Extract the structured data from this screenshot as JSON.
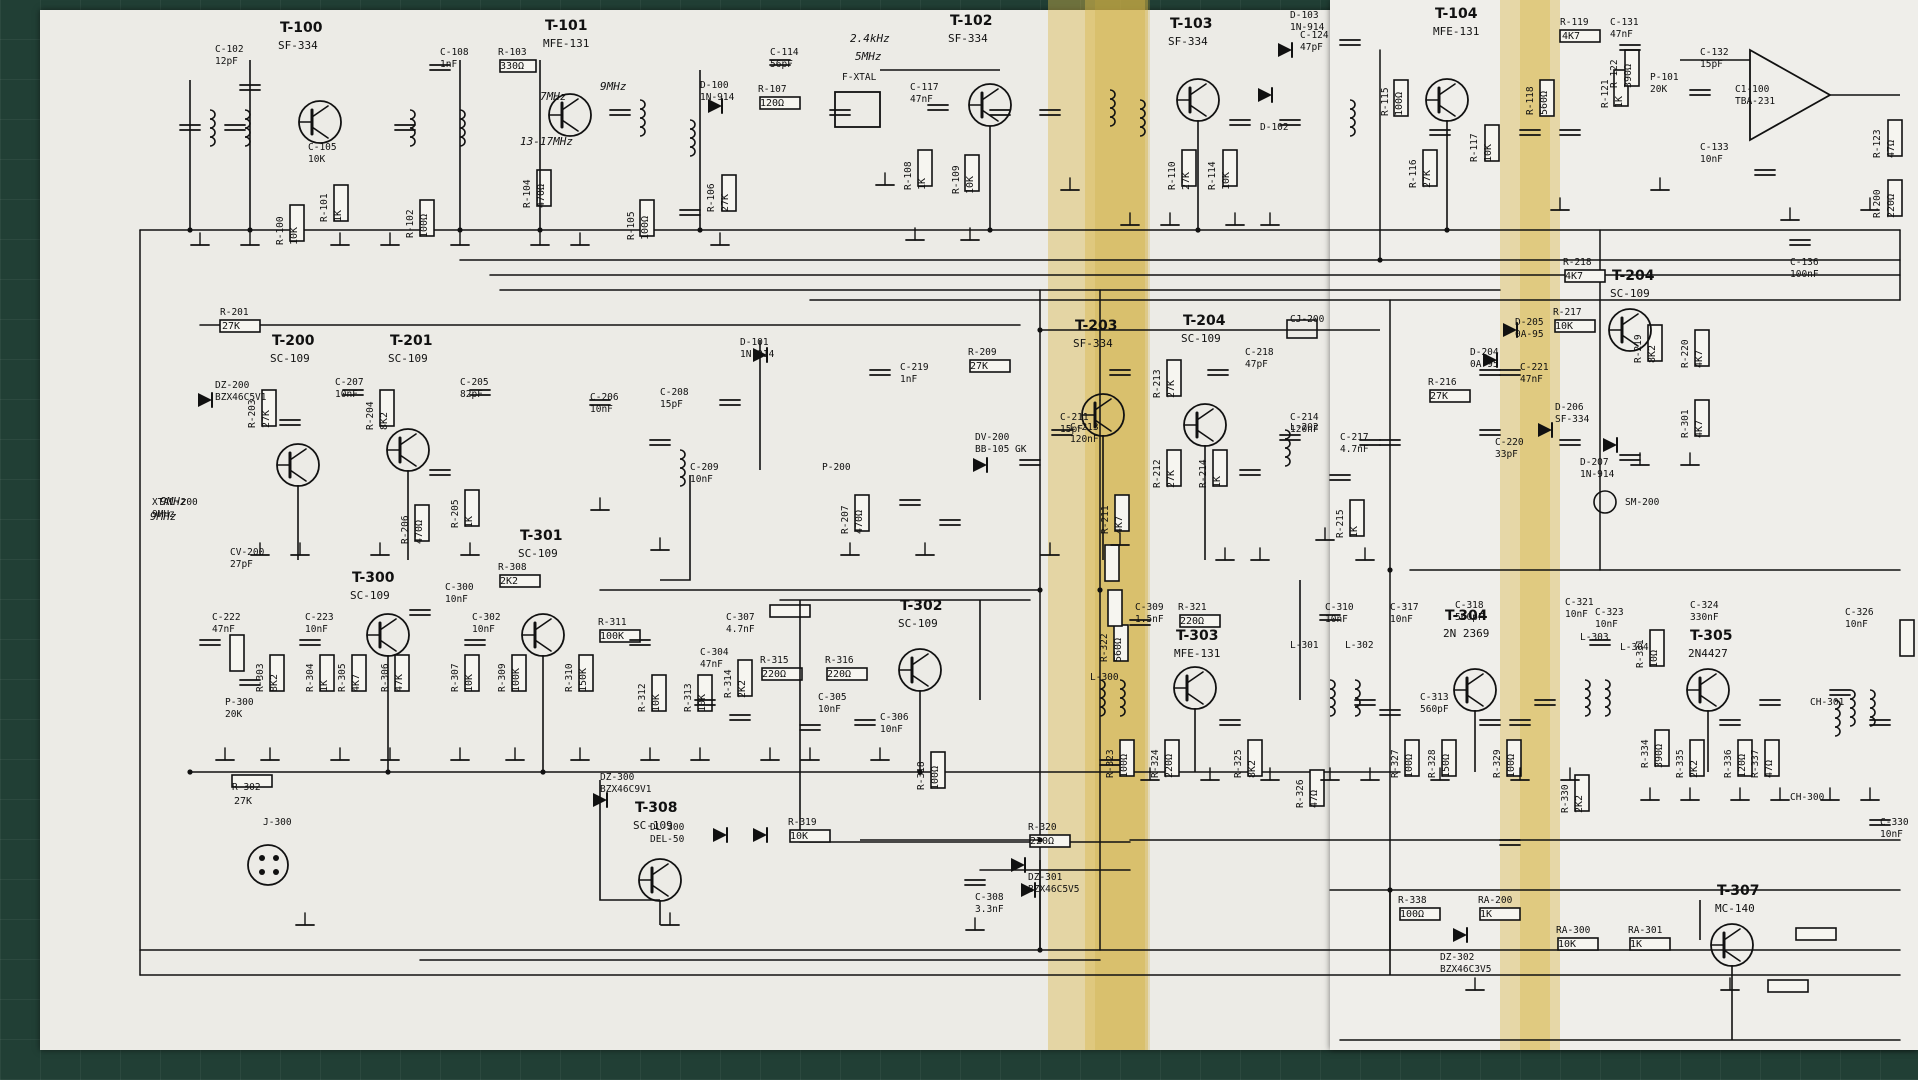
{
  "transistors": [
    {
      "ref": "T-100",
      "type": "SF-334"
    },
    {
      "ref": "T-101",
      "type": "MFE-131"
    },
    {
      "ref": "T-102",
      "type": "SF-334"
    },
    {
      "ref": "T-103",
      "type": "SF-334"
    },
    {
      "ref": "T-104",
      "type": "MFE-131"
    },
    {
      "ref": "T-200",
      "type": "SC-109"
    },
    {
      "ref": "T-201",
      "type": "SC-109"
    },
    {
      "ref": "T-203",
      "type": "SF-334"
    },
    {
      "ref": "T-204",
      "type": "SC-109"
    },
    {
      "ref": "T-204",
      "type": "SC-109"
    },
    {
      "ref": "T-300",
      "type": "SC-109"
    },
    {
      "ref": "T-301",
      "type": "SC-109"
    },
    {
      "ref": "T-302",
      "type": "SC-109"
    },
    {
      "ref": "T-303",
      "type": "MFE-131"
    },
    {
      "ref": "T-304",
      "type": "2N 2369"
    },
    {
      "ref": "T-305",
      "type": "2N4427"
    },
    {
      "ref": "T-307",
      "type": "MC-140"
    },
    {
      "ref": "T-308",
      "type": "SC-109"
    }
  ],
  "resistors": [
    {
      "ref": "R-100",
      "value": "10K"
    },
    {
      "ref": "R-101",
      "value": "1K"
    },
    {
      "ref": "R-102",
      "value": "100Ω"
    },
    {
      "ref": "R-103",
      "value": "330Ω"
    },
    {
      "ref": "R-104",
      "value": "470Ω"
    },
    {
      "ref": "R-105",
      "value": "100Ω"
    },
    {
      "ref": "R-106",
      "value": "27K"
    },
    {
      "ref": "R-107",
      "value": "120Ω"
    },
    {
      "ref": "R-108",
      "value": "1K"
    },
    {
      "ref": "R-109",
      "value": "10K"
    },
    {
      "ref": "R-110",
      "value": "27K"
    },
    {
      "ref": "R-114",
      "value": "10K"
    },
    {
      "ref": "R-115",
      "value": "100Ω"
    },
    {
      "ref": "R-116",
      "value": "27K"
    },
    {
      "ref": "R-117",
      "value": "10K"
    },
    {
      "ref": "R-118",
      "value": "560Ω"
    },
    {
      "ref": "R-119",
      "value": "4K7"
    },
    {
      "ref": "R-121",
      "value": "1K"
    },
    {
      "ref": "R-122",
      "value": "390Ω"
    },
    {
      "ref": "R-123",
      "value": "47Ω"
    },
    {
      "ref": "R-200",
      "value": "220Ω"
    },
    {
      "ref": "R-201",
      "value": "27K"
    },
    {
      "ref": "R-203",
      "value": "27K"
    },
    {
      "ref": "R-204",
      "value": "8K2"
    },
    {
      "ref": "R-205",
      "value": "1K"
    },
    {
      "ref": "R-206",
      "value": "470Ω"
    },
    {
      "ref": "R-207",
      "value": "470Ω"
    },
    {
      "ref": "R-209",
      "value": "27K"
    },
    {
      "ref": "R-211",
      "value": "4K7"
    },
    {
      "ref": "R-213",
      "value": "27K"
    },
    {
      "ref": "R-212",
      "value": "27K"
    },
    {
      "ref": "R-214",
      "value": "1K"
    },
    {
      "ref": "R-215",
      "value": "1K"
    },
    {
      "ref": "R-216",
      "value": "27K"
    },
    {
      "ref": "R-217",
      "value": "10K"
    },
    {
      "ref": "R-218",
      "value": "4K7"
    },
    {
      "ref": "R-219",
      "value": "8K2"
    },
    {
      "ref": "R-220",
      "value": "4K7"
    },
    {
      "ref": "R-301",
      "value": "4K7"
    },
    {
      "ref": "R-302",
      "value": "27K"
    },
    {
      "ref": "R-303",
      "value": "8K2"
    },
    {
      "ref": "R-304",
      "value": "1K"
    },
    {
      "ref": "R-305",
      "value": "4K7"
    },
    {
      "ref": "R-306",
      "value": "47K"
    },
    {
      "ref": "R-307",
      "value": "10K"
    },
    {
      "ref": "R-308",
      "value": "2K2"
    },
    {
      "ref": "R-309",
      "value": "100K"
    },
    {
      "ref": "R-310",
      "value": "150K"
    },
    {
      "ref": "R-311",
      "value": "100K"
    },
    {
      "ref": "R-312",
      "value": "10K"
    },
    {
      "ref": "R-313",
      "value": "10K"
    },
    {
      "ref": "R-314",
      "value": "2K2"
    },
    {
      "ref": "R-315",
      "value": "220Ω"
    },
    {
      "ref": "R-316",
      "value": "220Ω"
    },
    {
      "ref": "R-318",
      "value": "100Ω"
    },
    {
      "ref": "R-319",
      "value": "10K"
    },
    {
      "ref": "R-320",
      "value": "220Ω"
    },
    {
      "ref": "R-321",
      "value": "220Ω"
    },
    {
      "ref": "R-322",
      "value": "560Ω"
    },
    {
      "ref": "R-323",
      "value": "100Ω"
    },
    {
      "ref": "R-324",
      "value": "220Ω"
    },
    {
      "ref": "R-325",
      "value": "8K2"
    },
    {
      "ref": "R-326",
      "value": "47Ω"
    },
    {
      "ref": "R-327",
      "value": "100Ω"
    },
    {
      "ref": "R-328",
      "value": "150Ω"
    },
    {
      "ref": "R-329",
      "value": "100Ω"
    },
    {
      "ref": "R-330",
      "value": "2K2"
    },
    {
      "ref": "R-331",
      "value": "10Ω"
    },
    {
      "ref": "R-334",
      "value": "390Ω"
    },
    {
      "ref": "R-335",
      "value": "2K2"
    },
    {
      "ref": "R-336",
      "value": "120Ω"
    },
    {
      "ref": "R-337",
      "value": "47Ω"
    },
    {
      "ref": "R-338",
      "value": "100Ω"
    },
    {
      "ref": "RA-200",
      "value": "1K"
    },
    {
      "ref": "RA-300",
      "value": "10K"
    },
    {
      "ref": "RA-301",
      "value": "1K"
    }
  ],
  "capacitors": [
    {
      "ref": "C-102",
      "value": "12pF"
    },
    {
      "ref": "C-105",
      "value": "10K"
    },
    {
      "ref": "C-108",
      "value": "1nF"
    },
    {
      "ref": "C-114",
      "value": "56pF"
    },
    {
      "ref": "C-117",
      "value": "47nF"
    },
    {
      "ref": "C-124",
      "value": "47pF"
    },
    {
      "ref": "C-131",
      "value": "47nF"
    },
    {
      "ref": "C-132",
      "value": "15pF"
    },
    {
      "ref": "C-133",
      "value": "10nF"
    },
    {
      "ref": "C-136",
      "value": "100nF"
    },
    {
      "ref": "C-205",
      "value": "82pF"
    },
    {
      "ref": "C-206",
      "value": "10nF"
    },
    {
      "ref": "C-207",
      "value": "10nF"
    },
    {
      "ref": "C-208",
      "value": "15pF"
    },
    {
      "ref": "C-209",
      "value": "10nF"
    },
    {
      "ref": "C-211",
      "value": "15pF"
    },
    {
      "ref": "C-213",
      "value": "120nF"
    },
    {
      "ref": "C-214",
      "value": "120nF"
    },
    {
      "ref": "C-217",
      "value": "4.7nF"
    },
    {
      "ref": "C-218",
      "value": "47pF"
    },
    {
      "ref": "C-219",
      "value": "1nF"
    },
    {
      "ref": "C-220",
      "value": "33pF"
    },
    {
      "ref": "C-221",
      "value": "47nF"
    },
    {
      "ref": "C-222",
      "value": "47nF"
    },
    {
      "ref": "C-223",
      "value": "10nF"
    },
    {
      "ref": "C-300",
      "value": "10nF"
    },
    {
      "ref": "C-302",
      "value": "10nF"
    },
    {
      "ref": "C-304",
      "value": "47nF"
    },
    {
      "ref": "C-305",
      "value": "10nF"
    },
    {
      "ref": "C-306",
      "value": "10nF"
    },
    {
      "ref": "C-307",
      "value": "4.7nF"
    },
    {
      "ref": "C-308",
      "value": "3.3nF"
    },
    {
      "ref": "C-309",
      "value": "1.5nF"
    },
    {
      "ref": "C-310",
      "value": "10nF"
    },
    {
      "ref": "C-313",
      "value": "560pF"
    },
    {
      "ref": "C-317",
      "value": "10nF"
    },
    {
      "ref": "C-318",
      "value": "560pF"
    },
    {
      "ref": "C-321",
      "value": "10nF"
    },
    {
      "ref": "C-323",
      "value": "10nF"
    },
    {
      "ref": "C-324",
      "value": "330nF"
    },
    {
      "ref": "C-326",
      "value": "10nF"
    },
    {
      "ref": "C-330",
      "value": "10nF"
    }
  ],
  "other": [
    {
      "ref": "D-100",
      "type": "1N-914"
    },
    {
      "ref": "D-101",
      "type": "1N-914"
    },
    {
      "ref": "D-102",
      "type": ""
    },
    {
      "ref": "D-103",
      "type": "1N-914"
    },
    {
      "ref": "D-205",
      "type": "0A-95"
    },
    {
      "ref": "D-204",
      "type": "0A-95"
    },
    {
      "ref": "D-206",
      "type": "SF-334"
    },
    {
      "ref": "D-207",
      "type": "1N-914"
    },
    {
      "ref": "DV-200",
      "type": "BB-105 GK"
    },
    {
      "ref": "DL-300",
      "type": "DEL-50"
    },
    {
      "ref": "DZ-300",
      "type": "BZX46C9V1"
    },
    {
      "ref": "DZ-301",
      "type": "BZX46C5V5"
    },
    {
      "ref": "DZ-302",
      "type": "BZX46C3V5"
    },
    {
      "ref": "DZ-200",
      "type": "BZX46C5V1"
    },
    {
      "ref": "C1-100",
      "type": "TBA-231"
    },
    {
      "ref": "CJ-200",
      "type": ""
    },
    {
      "ref": "J-300",
      "type": ""
    },
    {
      "ref": "SM-200",
      "type": ""
    },
    {
      "ref": "F-XTAL",
      "type": ""
    },
    {
      "ref": "XTAL-200",
      "type": "9MHz"
    },
    {
      "ref": "P-101",
      "type": "20K"
    },
    {
      "ref": "P-200",
      "type": ""
    },
    {
      "ref": "P-300",
      "type": "20K"
    },
    {
      "ref": "CV-200",
      "type": "27pF"
    },
    {
      "ref": "L-202",
      "type": ""
    },
    {
      "ref": "L-301",
      "type": ""
    },
    {
      "ref": "L-302",
      "type": ""
    },
    {
      "ref": "L-303",
      "type": ""
    },
    {
      "ref": "L-304",
      "type": ""
    },
    {
      "ref": "L-300",
      "type": ""
    },
    {
      "ref": "CH-301",
      "type": ""
    },
    {
      "ref": "CH-300",
      "type": ""
    }
  ],
  "handwritten": [
    "2.4kHz",
    "5MHz",
    "9MHz",
    "9MHz",
    "7MHz",
    "9MHz",
    "13-17MHz"
  ],
  "colors": {
    "paper": "#ecebe6",
    "ink": "#111111",
    "tape": "#d9b84a",
    "mat": "#213f35"
  }
}
